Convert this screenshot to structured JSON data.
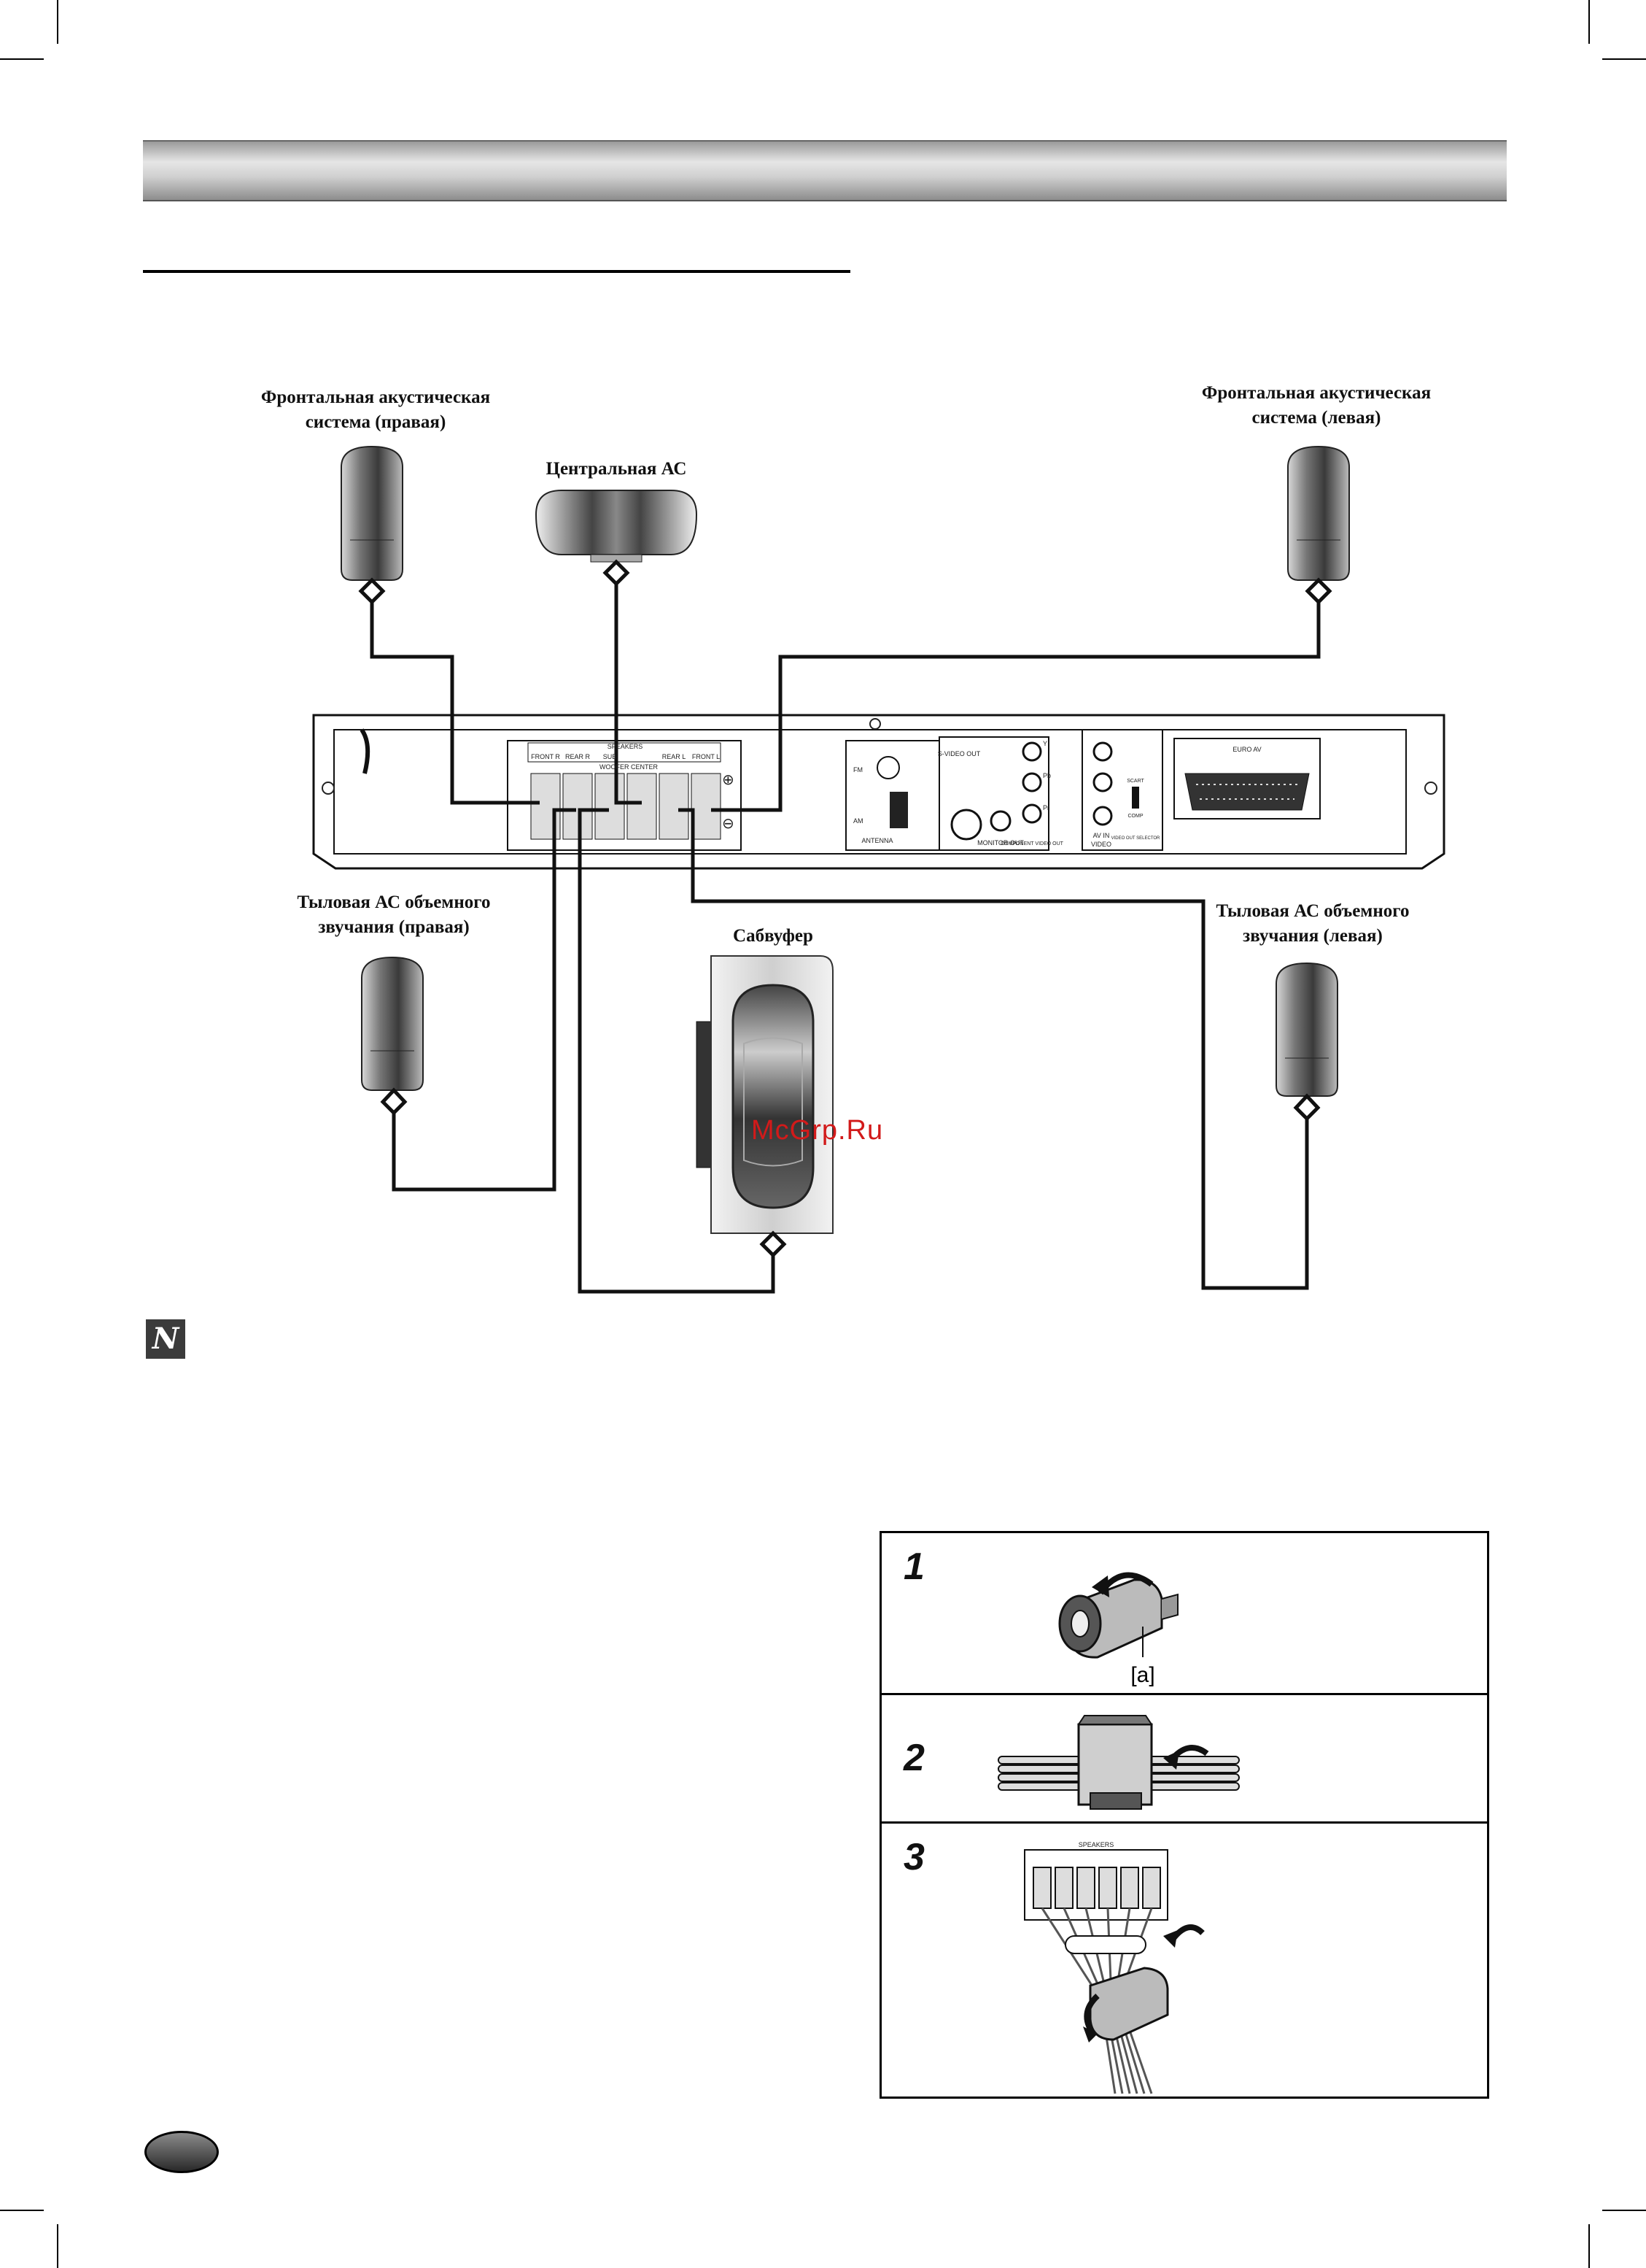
{
  "labels": {
    "front_right": [
      "Фронтальная акустическая",
      "система (правая)"
    ],
    "center": "Центральная АС",
    "front_left": [
      "Фронтальная акустическая",
      "система (левая)"
    ],
    "rear_right": [
      "Тыловая АС объемного",
      "звучания (правая)"
    ],
    "subwoofer": "Сабвуфер",
    "rear_left": [
      "Тыловая АС объемного",
      "звучания (левая)"
    ]
  },
  "panel": {
    "speakers": "SPEAKERS",
    "front_r": "FRONT R",
    "rear_r": "REAR R",
    "sub": "SUB",
    "woofer_center": "WOOFER CENTER",
    "rear_l": "REAR L",
    "front_l": "FRONT L",
    "plus": "⊕",
    "minus": "⊖",
    "fm": "FM",
    "am": "AM",
    "antenna": "ANTENNA",
    "svideo_out": "S-VIDEO OUT",
    "monitor_out": "MONITOR OUT",
    "component_video_out": "COMPONENT VIDEO OUT",
    "y": "Y",
    "pb": "Pb",
    "pr": "Pr",
    "av_in": "AV IN",
    "video": "VIDEO",
    "scart": "SCART",
    "comp": "COMP",
    "video_out_selector": "VIDEO OUT SELECTOR",
    "euro_av": "EURO AV"
  },
  "watermark": "McGrp.Ru",
  "note_icon": "N",
  "steps": [
    {
      "number": "1",
      "callout": "[a]"
    },
    {
      "number": "2"
    },
    {
      "number": "3",
      "panel_label": "SPEAKERS"
    }
  ]
}
